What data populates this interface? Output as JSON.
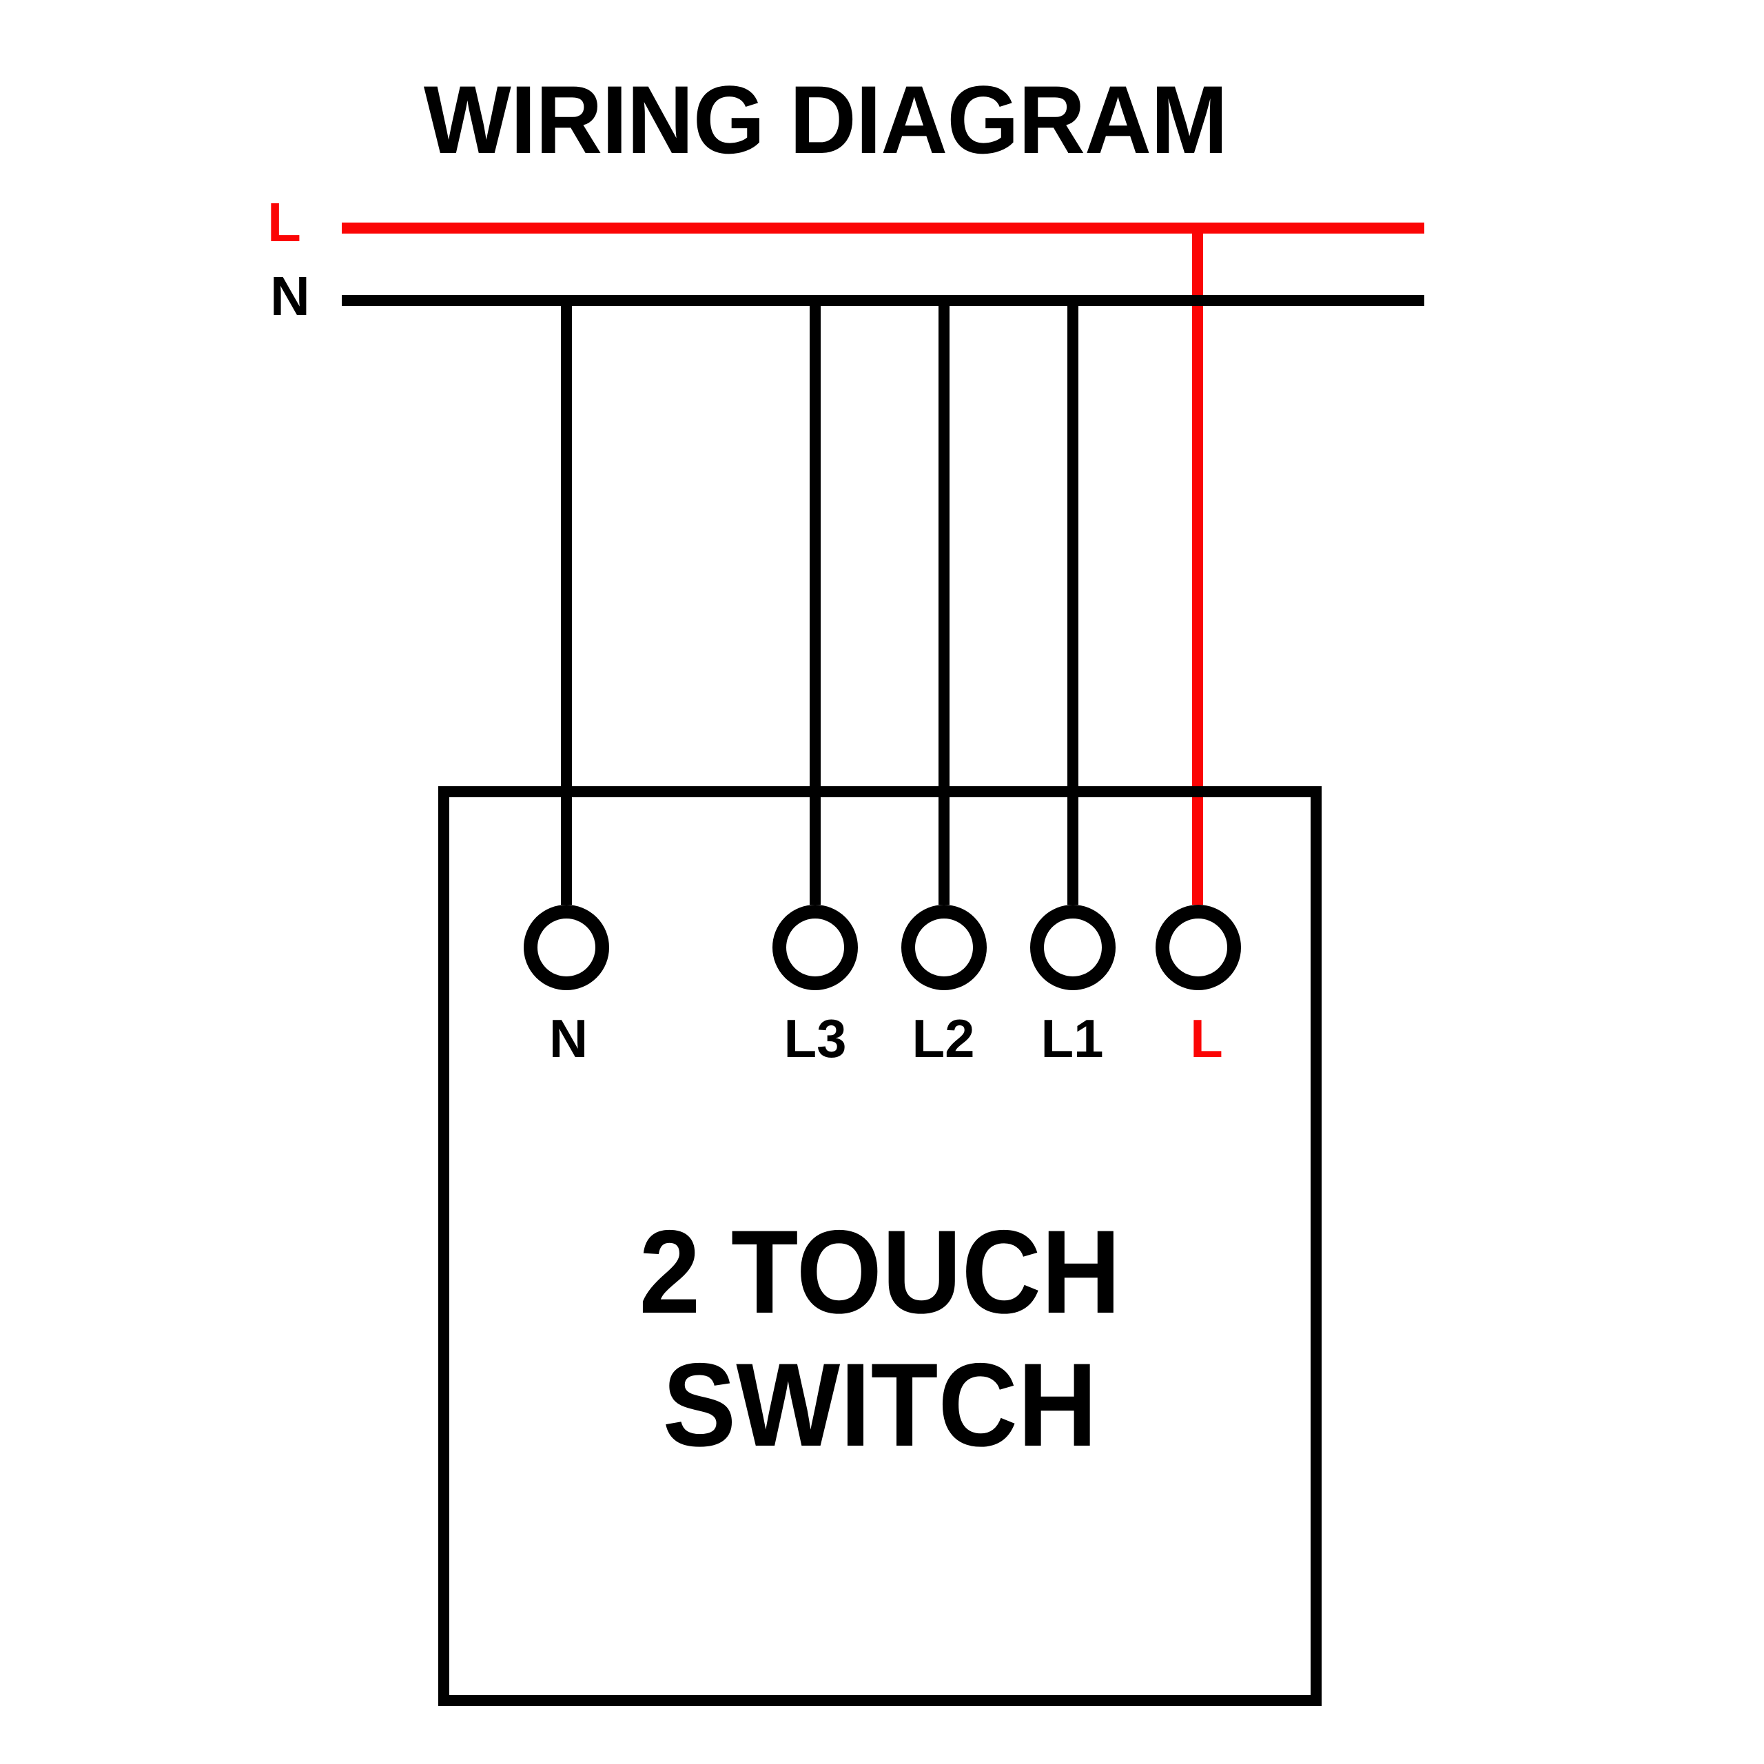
{
  "title": "WIRING DIAGRAM",
  "colors": {
    "wire_live_red": "#fb0505",
    "wire_black": "#000000",
    "background": "#ffffff"
  },
  "bus": {
    "live_label": "L",
    "neutral_label": "N"
  },
  "device": {
    "name_line1": "2 TOUCH",
    "name_line2": "SWITCH",
    "terminals": [
      {
        "label": "N",
        "color": "black"
      },
      {
        "label": "L3",
        "color": "black"
      },
      {
        "label": "L2",
        "color": "black"
      },
      {
        "label": "L1",
        "color": "black"
      },
      {
        "label": "L",
        "color": "red"
      }
    ]
  }
}
